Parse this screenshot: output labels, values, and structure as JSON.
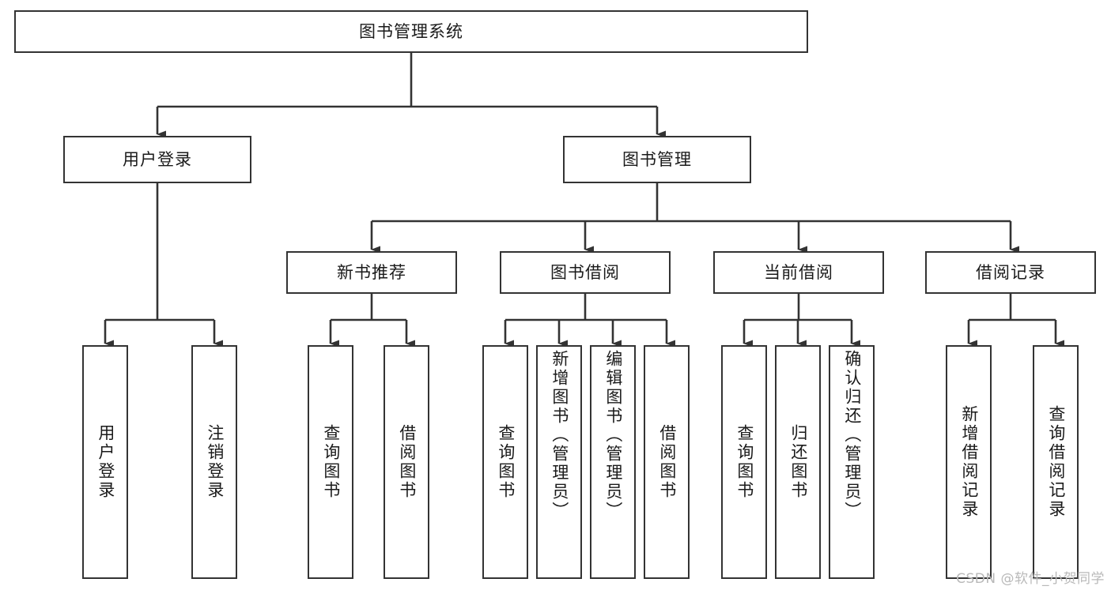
{
  "diagram": {
    "title": "图书管理系统",
    "type": "tree-hierarchy-chart",
    "root": {
      "label": "图书管理系统"
    },
    "level2": [
      {
        "label": "用户登录"
      },
      {
        "label": "图书管理"
      }
    ],
    "level3": [
      {
        "label": "新书推荐"
      },
      {
        "label": "图书借阅"
      },
      {
        "label": "当前借阅"
      },
      {
        "label": "借阅记录"
      }
    ],
    "leaves": {
      "user_login": [
        {
          "label": "用户登录"
        },
        {
          "label": "注销登录"
        }
      ],
      "new_book_recommend": [
        {
          "label": "查询图书"
        },
        {
          "label": "借阅图书"
        }
      ],
      "book_borrow": [
        {
          "label": "查询图书"
        },
        {
          "label": "新增图书（管理员）"
        },
        {
          "label": "编辑图书（管理员）"
        },
        {
          "label": "借阅图书"
        }
      ],
      "current_borrow": [
        {
          "label": "查询图书"
        },
        {
          "label": "归还图书"
        },
        {
          "label": "确认归还（管理员）"
        }
      ],
      "borrow_record": [
        {
          "label": "新增借阅记录"
        },
        {
          "label": "查询借阅记录"
        }
      ]
    }
  },
  "watermark": {
    "text": "CSDN @软件_小贺同学"
  },
  "colors": {
    "box_border": "#333333",
    "box_fill": "#ffffff",
    "text": "#1a1a1a",
    "connector": "#333333",
    "watermark": "#b9b9b9"
  }
}
